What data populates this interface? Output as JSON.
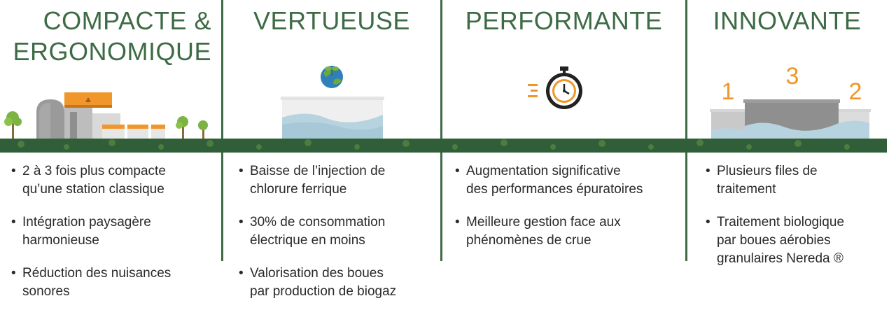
{
  "columns": [
    {
      "title_line1": "COMPACTE &",
      "title_line2": "ERGONOMIQUE",
      "bullets": [
        {
          "line1": "2 à 3 fois plus compacte",
          "line2": "qu’une station classique"
        },
        {
          "line1": "Intégration paysagère",
          "line2": "harmonieuse"
        },
        {
          "line1": "Réduction des nuisances",
          "line2": "sonores"
        }
      ]
    },
    {
      "title_line1": "VERTUEUSE",
      "bullets": [
        {
          "line1": "Baisse de l’injection de",
          "line2": "chlorure ferrique"
        },
        {
          "line1": "30% de consommation",
          "line2": "électrique en moins"
        },
        {
          "line1": "Valorisation des boues",
          "line2": "par production de biogaz"
        }
      ]
    },
    {
      "title_line1": "PERFORMANTE",
      "bullets": [
        {
          "line1": "Augmentation significative",
          "line2": "des performances épuratoires"
        },
        {
          "line1": "Meilleure gestion face aux",
          "line2": "phénomènes de crue"
        }
      ]
    },
    {
      "title_line1": "INNOVANTE",
      "podium": {
        "left": "1",
        "center": "3",
        "right": "2"
      },
      "bullets": [
        {
          "line1": "Plusieurs files de",
          "line2": "traitement"
        },
        {
          "line1": "Traitement biologique",
          "line2": "par boues aérobies",
          "line3": "granulaires Nereda ®"
        }
      ]
    }
  ],
  "colors": {
    "title_green": "#3d6b45",
    "grass_green": "#2f5e39",
    "accent_orange": "#f0962a",
    "water_blue": "#b7d3df",
    "tank_grey": "#d2d2d2"
  }
}
